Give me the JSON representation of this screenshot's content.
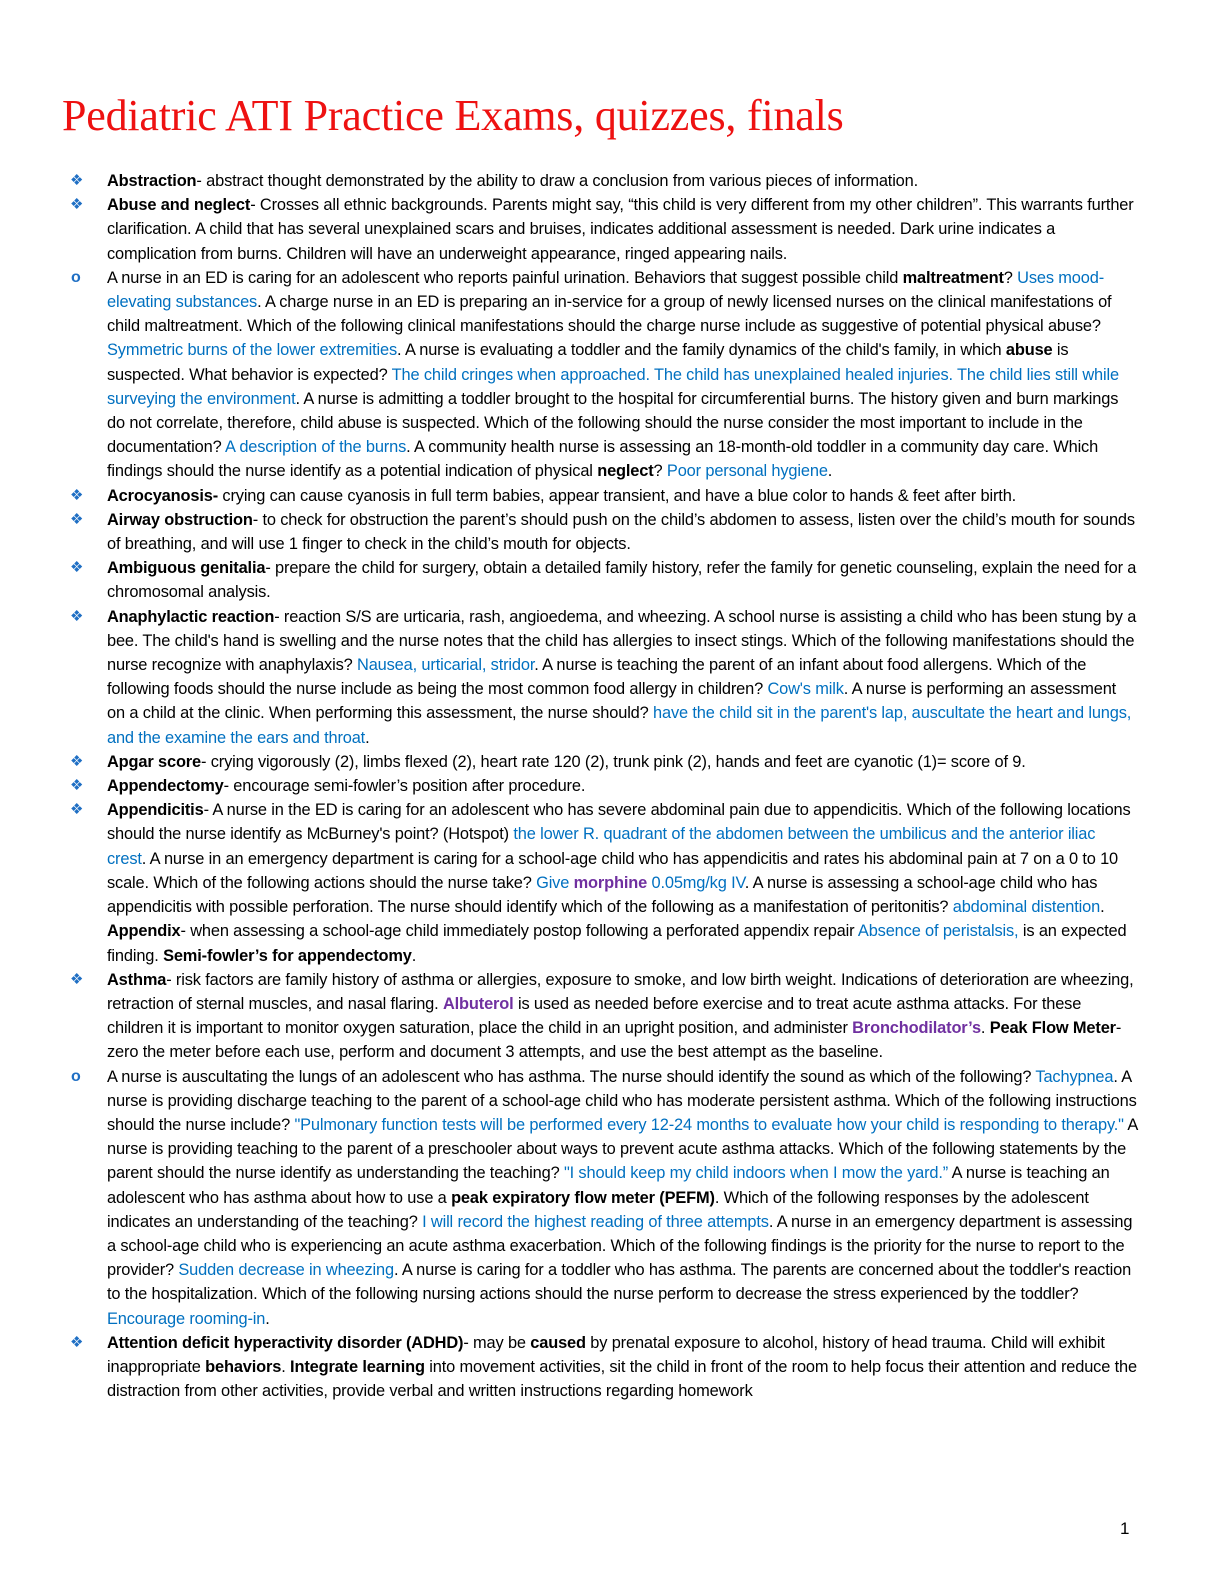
{
  "title": "Pediatric ATI Practice Exams, quizzes, finals",
  "page_number": "1",
  "colors": {
    "title": "#ee1111",
    "answer": "#0070c0",
    "medication": "#7030a0",
    "bullet": "#1f6fc4"
  },
  "items": [
    {
      "bullet": "diamond",
      "runs": [
        [
          "b",
          "Abstraction"
        ],
        [
          "n",
          "- abstract thought demonstrated by the ability to draw a conclusion from various pieces of information."
        ]
      ]
    },
    {
      "bullet": "diamond",
      "runs": [
        [
          "b",
          "Abuse and neglect"
        ],
        [
          "n",
          "- Crosses all ethnic backgrounds. Parents might say, “this child is very different from my other children”. This warrants further clarification. A child that has several unexplained scars and bruises, indicates additional assessment is needed. Dark urine indicates a complication from burns. Children will have an underweight appearance, ringed appearing nails."
        ]
      ]
    },
    {
      "bullet": "circle",
      "runs": [
        [
          "n",
          "A nurse in an ED is caring for an adolescent who reports painful urination. Behaviors that suggest possible child "
        ],
        [
          "b",
          "maltreatment"
        ],
        [
          "n",
          "? "
        ],
        [
          "a",
          "Uses mood-elevating substances"
        ],
        [
          "n",
          ". A charge nurse in an ED is preparing an in-service for a group of newly licensed nurses on the clinical manifestations of child maltreatment. Which of the following clinical manifestations should the charge nurse include as suggestive of potential physical abuse? "
        ],
        [
          "a",
          "Symmetric burns of the lower extremities"
        ],
        [
          "n",
          ". A nurse is evaluating a toddler and the family dynamics of the child's family, in which "
        ],
        [
          "b",
          "abuse"
        ],
        [
          "n",
          " is suspected. What behavior is expected? "
        ],
        [
          "a",
          "The child cringes when approached. The child has unexplained healed injuries. The child lies still while surveying the environment"
        ],
        [
          "n",
          ". A nurse is admitting a toddler brought to the hospital for circumferential burns. The history given and burn markings do not correlate, therefore, child abuse is suspected. Which of the following should the nurse consider the most important to include in the documentation? "
        ],
        [
          "a",
          "A description of the burns"
        ],
        [
          "n",
          ". A community health nurse is assessing an 18-month-old toddler in a community day care. Which findings should the nurse identify as a potential indication of physical "
        ],
        [
          "b",
          "neglect"
        ],
        [
          "n",
          "? "
        ],
        [
          "a",
          "Poor personal hygiene"
        ],
        [
          "n",
          "."
        ]
      ]
    },
    {
      "bullet": "diamond",
      "runs": [
        [
          "b",
          "Acrocyanosis-"
        ],
        [
          "n",
          " crying can cause cyanosis in full term babies, appear transient, and have a blue color to hands & feet after birth."
        ]
      ]
    },
    {
      "bullet": "diamond",
      "runs": [
        [
          "b",
          "Airway obstruction"
        ],
        [
          "n",
          "- to check for obstruction the parent’s should push on the child’s abdomen to assess, listen over the child’s mouth for sounds of breathing, and will use 1 finger to check in the child’s mouth for objects."
        ]
      ]
    },
    {
      "bullet": "diamond",
      "runs": [
        [
          "b",
          "Ambiguous genitalia"
        ],
        [
          "n",
          "- prepare the child for surgery, obtain a detailed family history, refer the family for genetic counseling, explain the need for a chromosomal analysis."
        ]
      ]
    },
    {
      "bullet": "diamond",
      "runs": [
        [
          "b",
          "Anaphylactic reaction"
        ],
        [
          "n",
          "- reaction S/S are urticaria, rash, angioedema, and wheezing. A school nurse is assisting a child who has been stung by a bee. The child's hand is swelling and the nurse notes that the child has allergies to insect stings. Which of the following manifestations should the nurse recognize with anaphylaxis? "
        ],
        [
          "a",
          "Nausea, urticarial, stridor"
        ],
        [
          "n",
          ". A nurse is teaching the parent of an infant about food allergens. Which of the following foods should the nurse include as being the most common food allergy in children? "
        ],
        [
          "a",
          "Cow's milk"
        ],
        [
          "n",
          ". A nurse is performing an assessment on a child at the clinic. When performing this assessment, the nurse should? "
        ],
        [
          "a",
          "have the child sit in the parent's lap, auscultate the heart and lungs, and the examine the ears and throat"
        ],
        [
          "n",
          "."
        ]
      ]
    },
    {
      "bullet": "diamond",
      "runs": [
        [
          "b",
          "Apgar score"
        ],
        [
          "n",
          "- crying vigorously (2), limbs flexed (2), heart rate 120 (2), trunk pink (2), hands and feet are cyanotic (1)= score of 9."
        ]
      ]
    },
    {
      "bullet": "diamond",
      "runs": [
        [
          "b",
          "Appendectomy"
        ],
        [
          "n",
          "- encourage semi-fowler’s position after procedure."
        ]
      ]
    },
    {
      "bullet": "diamond",
      "runs": [
        [
          "b",
          "Appendicitis"
        ],
        [
          "n",
          "- A nurse in the ED is caring for an adolescent who has severe abdominal pain due to appendicitis. Which of the following locations should the nurse identify as McBurney's point? (Hotspot) "
        ],
        [
          "a",
          "the lower R. quadrant of the abdomen between the umbilicus and the anterior iliac crest"
        ],
        [
          "n",
          ". A nurse in an emergency department is caring for a school-age child who has appendicitis and rates his abdominal pain at 7 on a 0 to 10 scale. Which of the following actions should the nurse take? "
        ],
        [
          "a",
          "Give "
        ],
        [
          "p",
          "morphine"
        ],
        [
          "a",
          " 0.05mg/kg IV"
        ],
        [
          "n",
          ". A nurse is assessing a school-age child who has appendicitis with possible perforation. The nurse should identify which of the following as a manifestation of peritonitis? "
        ],
        [
          "a",
          "abdominal distention"
        ],
        [
          "n",
          ". "
        ],
        [
          "b",
          "Appendix"
        ],
        [
          "n",
          "- when assessing a school-age child immediately postop following a perforated appendix repair "
        ],
        [
          "a",
          "Absence of peristalsis,"
        ],
        [
          "n",
          " is an expected finding. "
        ],
        [
          "b",
          "Semi-fowler’s for appendectomy"
        ],
        [
          "n",
          "."
        ]
      ]
    },
    {
      "bullet": "diamond",
      "runs": [
        [
          "b",
          "Asthma"
        ],
        [
          "n",
          "- risk factors are family history of asthma or allergies, exposure to smoke, and low birth weight. Indications of deterioration are wheezing, retraction of sternal muscles, and nasal flaring. "
        ],
        [
          "p",
          "Albuterol"
        ],
        [
          "n",
          " is used as needed before exercise and to treat acute asthma attacks. For these children it is important to monitor oxygen saturation, place the child in an upright position, and administer "
        ],
        [
          "p",
          "Bronchodilator’s"
        ],
        [
          "n",
          ". "
        ],
        [
          "b",
          "Peak Flow Meter"
        ],
        [
          "n",
          "- zero the meter before each use, perform and document 3 attempts, and use the best attempt as the baseline."
        ]
      ]
    },
    {
      "bullet": "circle",
      "runs": [
        [
          "n",
          "A nurse is auscultating the lungs of an adolescent who has asthma. The nurse should identify the sound as which of the following? "
        ],
        [
          "a",
          "Tachypnea"
        ],
        [
          "n",
          ". A nurse is providing discharge teaching to the parent of a school-age child who has moderate persistent asthma. Which of the following instructions should the nurse include? "
        ],
        [
          "a",
          "\"Pulmonary function tests will be performed every 12-24 months to evaluate how your child is responding to therapy.\""
        ],
        [
          "n",
          " A nurse is providing teaching to the parent of a preschooler about ways to prevent acute asthma attacks. Which of the following statements by the parent should the nurse identify as understanding the teaching? "
        ],
        [
          "a",
          "\"I should keep my child indoors when I mow the yard.”"
        ],
        [
          "n",
          " A nurse is teaching an adolescent who has asthma about how to use a "
        ],
        [
          "b",
          "peak expiratory flow meter (PEFM)"
        ],
        [
          "n",
          ". Which of the following responses by the adolescent indicates an understanding of the teaching? "
        ],
        [
          "a",
          "I will record the highest reading of three attempts"
        ],
        [
          "n",
          ". A nurse in an emergency department is assessing a school-age child who is experiencing an acute asthma exacerbation. Which of the following findings is the priority for the nurse to report to the provider? "
        ],
        [
          "a",
          "Sudden decrease in wheezing"
        ],
        [
          "n",
          ". A nurse is caring for a toddler who has asthma. The parents are concerned about the toddler's reaction to the hospitalization. Which of the following nursing actions should the nurse perform to decrease the stress experienced by the toddler? "
        ],
        [
          "a",
          "Encourage rooming-in"
        ],
        [
          "n",
          "."
        ]
      ]
    },
    {
      "bullet": "diamond",
      "runs": [
        [
          "b",
          "Attention deficit hyperactivity disorder (ADHD)"
        ],
        [
          "n",
          "- may be "
        ],
        [
          "b",
          "caused"
        ],
        [
          "n",
          " by prenatal exposure to alcohol, history of head trauma. Child will exhibit inappropriate "
        ],
        [
          "b",
          "behaviors"
        ],
        [
          "n",
          ". "
        ],
        [
          "b",
          "Integrate learning"
        ],
        [
          "n",
          " into movement activities, sit the child in front of the room to help focus their attention and reduce the distraction from other activities, provide verbal and written instructions regarding homework"
        ]
      ]
    }
  ]
}
